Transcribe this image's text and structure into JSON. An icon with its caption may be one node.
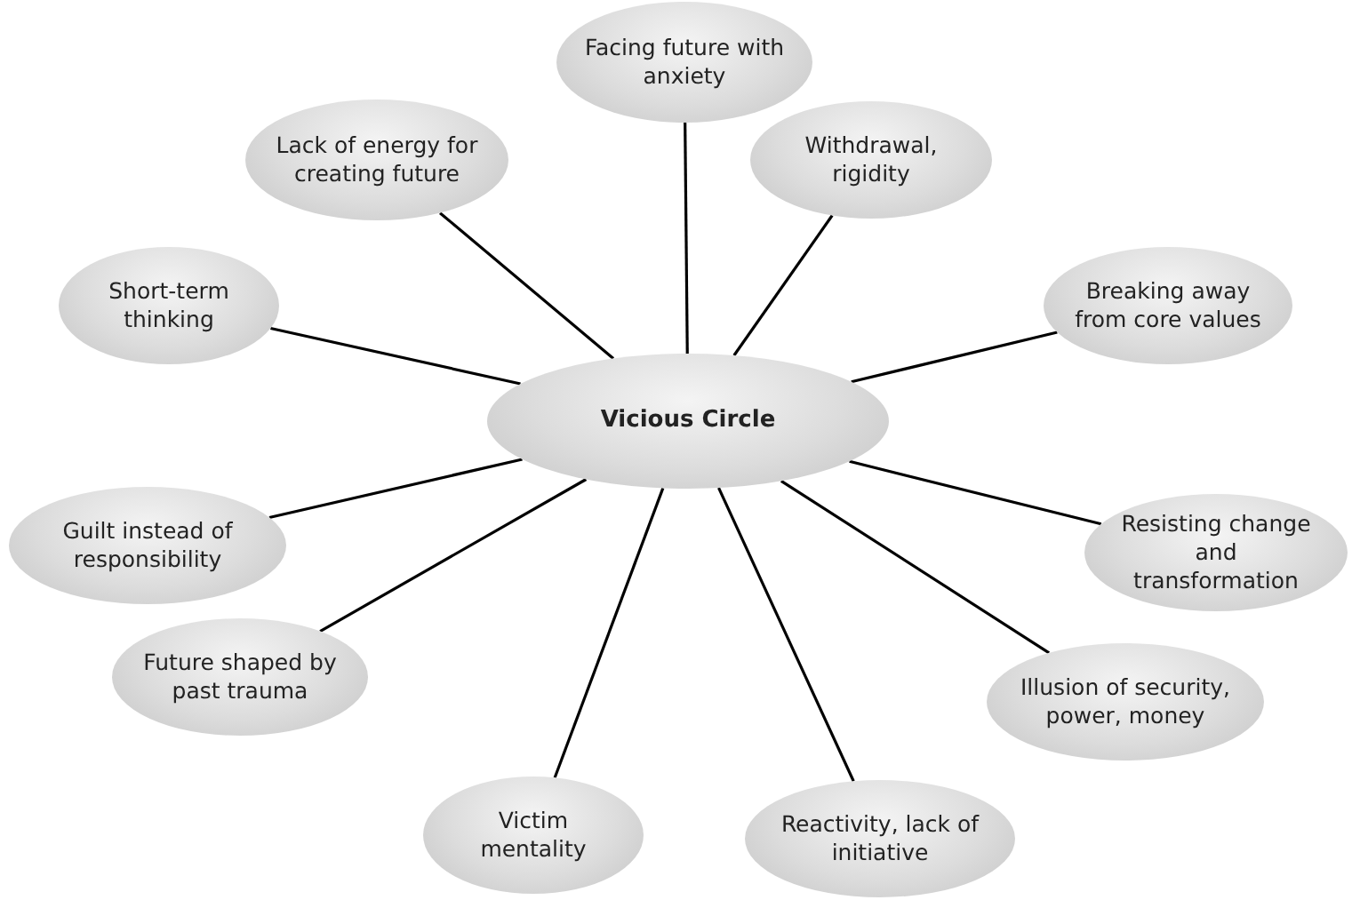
{
  "diagram": {
    "nodes": [
      {
        "text": [
          "Vicious Circle"
        ]
      },
      {
        "text": [
          "Facing future with anxiety"
        ]
      },
      {
        "text": [
          "Withdrawal, rigidity"
        ]
      },
      {
        "text": [
          "Breaking away from core values"
        ]
      },
      {
        "text": [
          "Resisting change and transformation"
        ]
      },
      {
        "text": [
          "Illusion of security, power, money"
        ]
      },
      {
        "text": [
          "Reactivity, lack of initiative"
        ]
      },
      {
        "text": [
          "Victim mentality"
        ]
      },
      {
        "text": [
          "Future shaped by past trauma"
        ]
      },
      {
        "text": [
          "Guilt instead of responsibility"
        ]
      },
      {
        "text": [
          "Short-term thinking"
        ]
      },
      {
        "text": [
          "Lack of energy for creating future"
        ]
      }
    ],
    "edges": [
      {
        "from": 0,
        "to": 1,
        "arrow": "none"
      },
      {
        "from": 0,
        "to": 2,
        "arrow": "none"
      },
      {
        "from": 0,
        "to": 3,
        "arrow": "none"
      },
      {
        "from": 0,
        "to": 4,
        "arrow": "none"
      },
      {
        "from": 0,
        "to": 5,
        "arrow": "none"
      },
      {
        "from": 0,
        "to": 6,
        "arrow": "none"
      },
      {
        "from": 0,
        "to": 7,
        "arrow": "none"
      },
      {
        "from": 0,
        "to": 8,
        "arrow": "none"
      },
      {
        "from": 0,
        "to": 9,
        "arrow": "none"
      },
      {
        "from": 0,
        "to": 10,
        "arrow": "none"
      },
      {
        "from": 0,
        "to": 11,
        "arrow": "none"
      }
    ]
  }
}
